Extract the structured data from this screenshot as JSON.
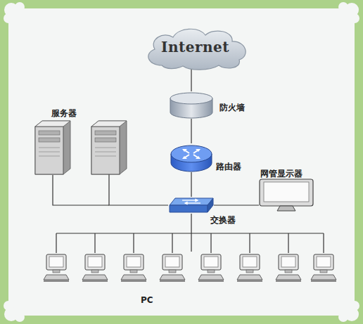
{
  "diagram": {
    "nodes": [
      {
        "text": [
          "Internet"
        ]
      },
      {
        "text": [
          "防火墙"
        ]
      },
      {
        "text": [
          "服务器"
        ]
      },
      {
        "text": [
          "路由器"
        ]
      },
      {
        "text": [
          "网管显示器"
        ]
      },
      {
        "text": [
          "交换器"
        ]
      },
      {
        "text": [
          "PC"
        ]
      }
    ],
    "edges": [
      {
        "from": 0,
        "to": 1,
        "arrow": "none"
      },
      {
        "from": 1,
        "to": 3,
        "arrow": "none"
      },
      {
        "from": 3,
        "to": 5,
        "arrow": "none"
      },
      {
        "from": 2,
        "to": 5,
        "arrow": "none"
      },
      {
        "from": 5,
        "to": 4,
        "arrow": "none"
      },
      {
        "from": 5,
        "to": 6,
        "arrow": "none"
      }
    ]
  }
}
